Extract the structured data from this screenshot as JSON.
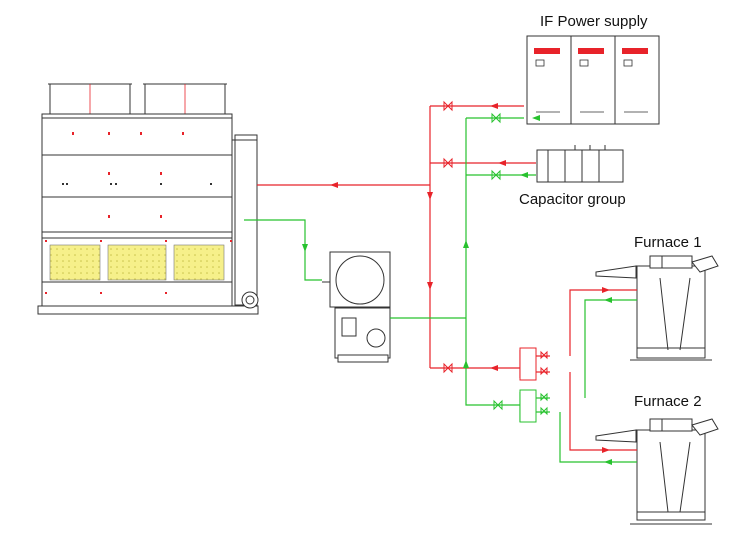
{
  "labels": {
    "power_supply": "IF Power supply",
    "capacitor": "Capacitor group",
    "furnace1": "Furnace 1",
    "furnace2": "Furnace 2"
  },
  "colors": {
    "hot_line": "#e8232a",
    "cold_line": "#27c22e",
    "filler": "#f6f08a",
    "equipment": "#333333"
  },
  "icons": [
    "cooling-tower-icon",
    "pump-station-icon",
    "valve-icon",
    "check-valve-icon",
    "manifold-icon",
    "furnace-icon"
  ]
}
